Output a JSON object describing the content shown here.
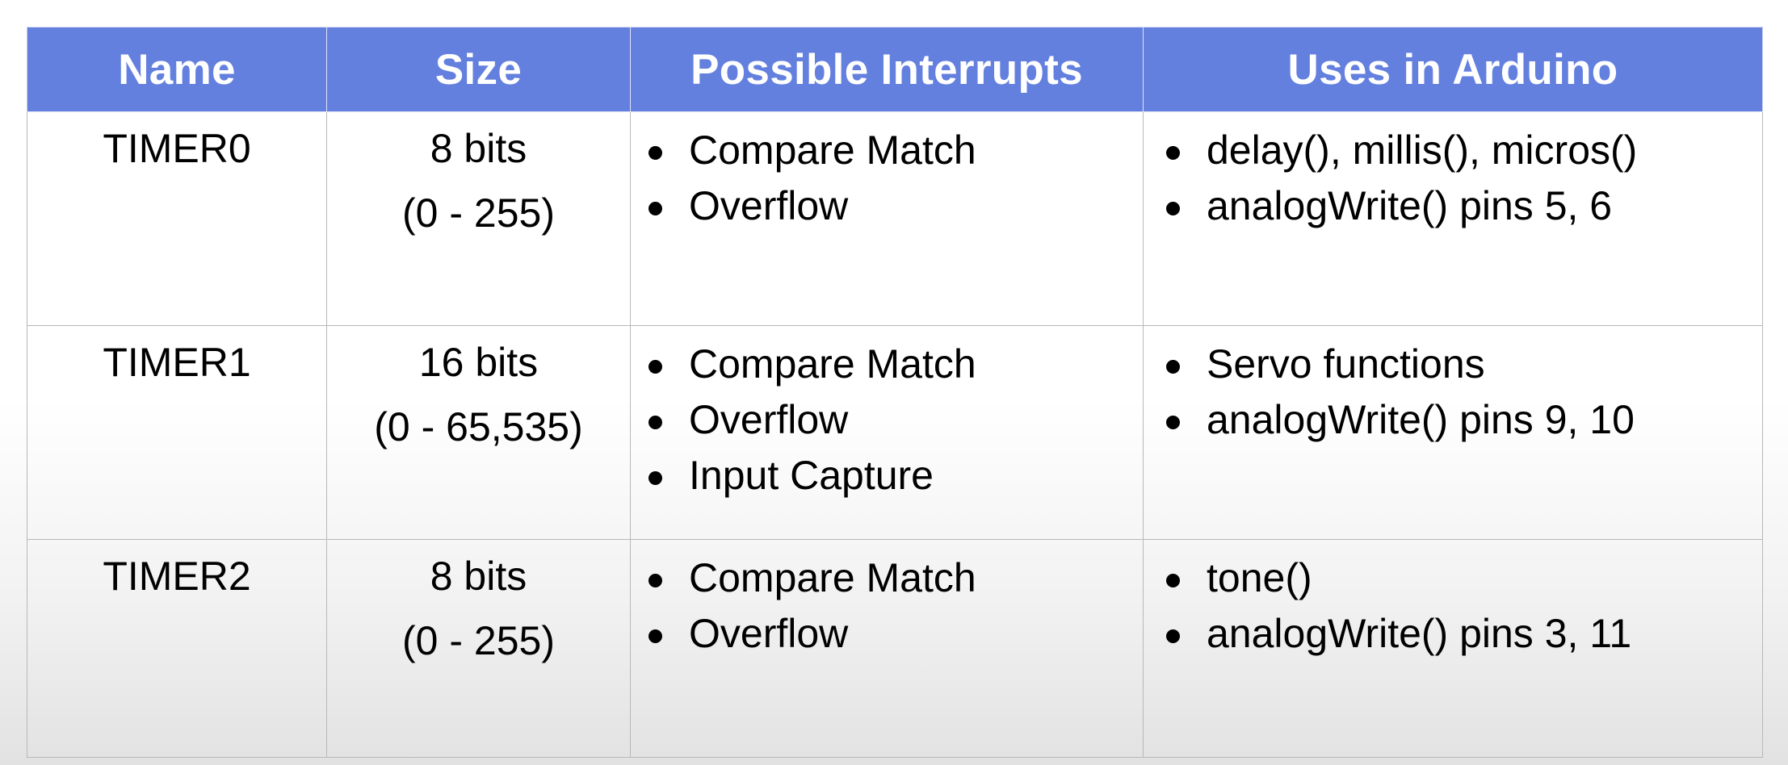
{
  "table": {
    "name": "arduino-timers-table",
    "accent_header_color": "#6480DF",
    "header_text_color": "#FFFFFF",
    "border_color": "#B8B8B8",
    "columns": [
      {
        "key": "name",
        "label": "Name"
      },
      {
        "key": "size",
        "label": "Size"
      },
      {
        "key": "intr",
        "label": "Possible Interrupts"
      },
      {
        "key": "uses",
        "label": "Uses in Arduino"
      }
    ],
    "rows": [
      {
        "name": "TIMER0",
        "size_bits": "8 bits",
        "size_range": "(0 - 255)",
        "interrupts": [
          "Compare Match",
          "Overflow"
        ],
        "uses": [
          "delay(), millis(), micros()",
          "analogWrite() pins 5, 6"
        ]
      },
      {
        "name": "TIMER1",
        "size_bits": "16 bits",
        "size_range": "(0 - 65,535)",
        "interrupts": [
          "Compare Match",
          "Overflow",
          "Input Capture"
        ],
        "uses": [
          "Servo functions",
          "analogWrite() pins 9, 10"
        ]
      },
      {
        "name": "TIMER2",
        "size_bits": "8 bits",
        "size_range": "(0 - 255)",
        "interrupts": [
          "Compare Match",
          "Overflow"
        ],
        "uses": [
          "tone()",
          "analogWrite() pins 3, 11"
        ]
      }
    ]
  }
}
